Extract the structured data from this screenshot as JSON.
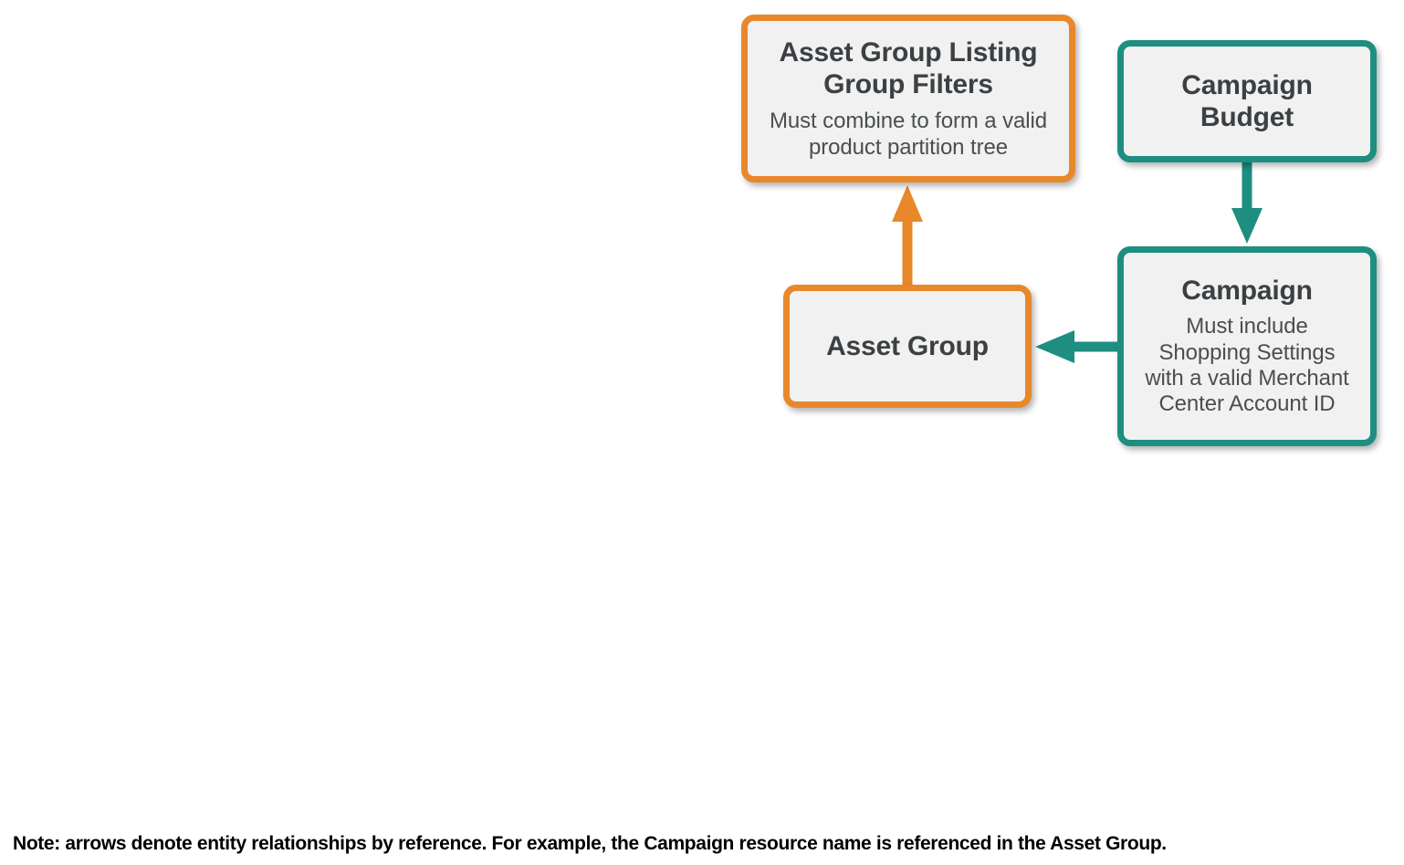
{
  "diagram": {
    "colors": {
      "orange": "#E8882A",
      "teal": "#1E8E80",
      "box_fill": "#F1F1F1",
      "title_text": "#3C4043",
      "desc_text": "#4A4E51",
      "note_text": "#000000",
      "background": "#FFFFFF"
    },
    "nodes": [
      {
        "id": "asset-group-listing-group-filters",
        "title": "Asset Group Listing Group Filters",
        "title_lines": [
          "Asset Group Listing",
          "Group Filters"
        ],
        "description": "Must combine to form a valid product partition tree",
        "description_lines": [
          "Must combine to form a valid",
          "product partition tree"
        ],
        "accent": "orange"
      },
      {
        "id": "campaign-budget",
        "title": "Campaign Budget",
        "title_lines": [
          "Campaign",
          "Budget"
        ],
        "description": "",
        "description_lines": [],
        "accent": "teal"
      },
      {
        "id": "asset-group",
        "title": "Asset Group",
        "title_lines": [
          "Asset Group"
        ],
        "description": "",
        "description_lines": [],
        "accent": "orange"
      },
      {
        "id": "campaign",
        "title": "Campaign",
        "title_lines": [
          "Campaign"
        ],
        "description": "Must include Shopping Settings with a valid Merchant Center Account ID",
        "description_lines": [
          "Must include",
          "Shopping Settings",
          "with a valid Merchant",
          "Center Account ID"
        ],
        "accent": "teal"
      }
    ],
    "edges": [
      {
        "id": "asset-group-to-listing-filters",
        "from": "asset-group",
        "to": "asset-group-listing-group-filters",
        "direction": "up",
        "color": "#E8882A"
      },
      {
        "id": "campaign-budget-to-campaign",
        "from": "campaign-budget",
        "to": "campaign",
        "direction": "down",
        "color": "#1E8E80"
      },
      {
        "id": "campaign-to-asset-group",
        "from": "campaign",
        "to": "asset-group",
        "direction": "left",
        "color": "#1E8E80"
      }
    ],
    "note": "Note: arrows denote entity relationships by reference. For example, the Campaign resource name is referenced in the Asset Group."
  }
}
